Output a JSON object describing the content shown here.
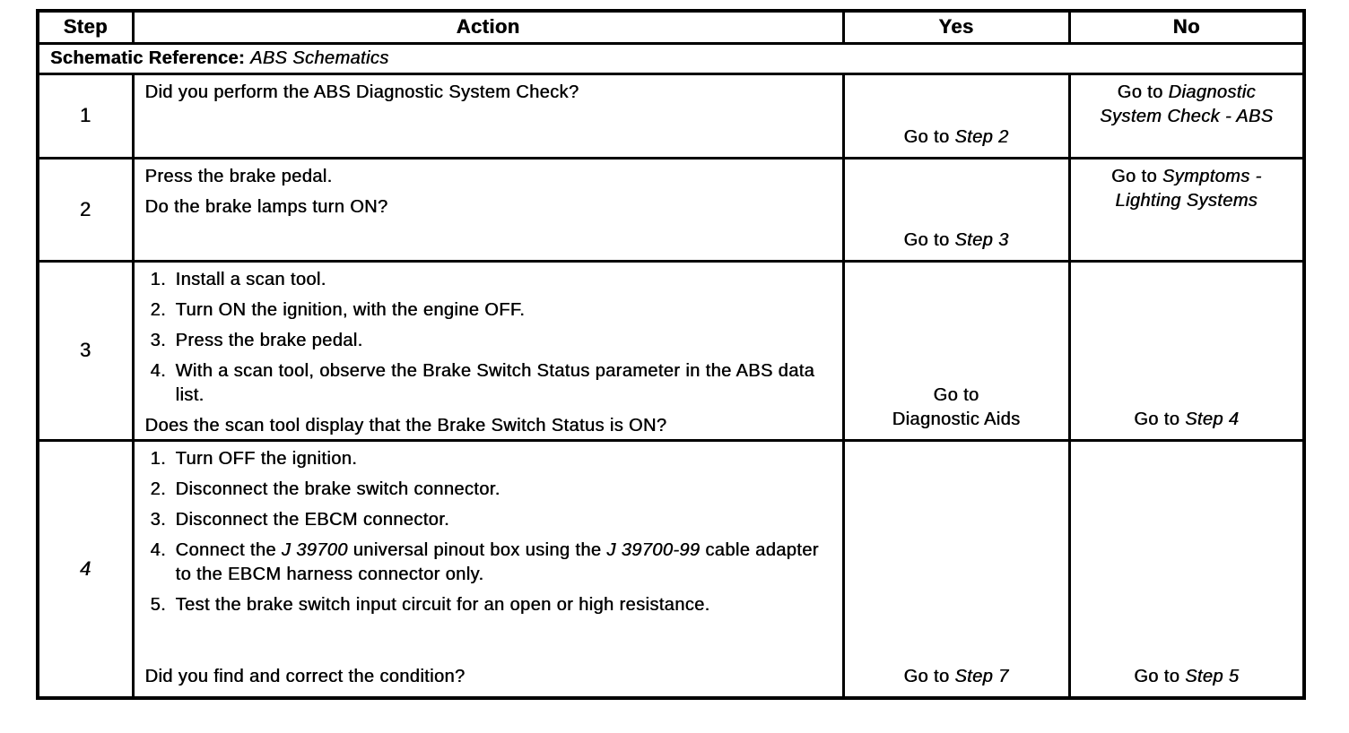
{
  "table": {
    "headers": {
      "step": "Step",
      "action": "Action",
      "yes": "Yes",
      "no": "No"
    },
    "schematic": {
      "label": "Schematic Reference:",
      "value": "ABS Schematics"
    },
    "rows": [
      {
        "step": "1",
        "action": {
          "question": "Did you perform the ABS Diagnostic System Check?"
        },
        "yes": {
          "lines": [
            {
              "pre": "Go to ",
              "it": "Step 2"
            }
          ]
        },
        "no": {
          "lines": [
            {
              "pre": "Go to ",
              "it": "Diagnostic"
            },
            {
              "it": "System Check - ABS"
            }
          ]
        }
      },
      {
        "step": "2",
        "action": {
          "line1": "Press the brake pedal.",
          "question": "Do the brake lamps turn ON?"
        },
        "yes": {
          "lines": [
            {
              "pre": "Go to ",
              "it": "Step 3"
            }
          ]
        },
        "no": {
          "lines": [
            {
              "pre": "Go to ",
              "it": "Symptoms -"
            },
            {
              "it": "Lighting Systems"
            }
          ]
        }
      },
      {
        "step": "3",
        "action": {
          "items": [
            {
              "num": "1.",
              "text": "Install a scan tool."
            },
            {
              "num": "2.",
              "text": "Turn ON the ignition, with the engine OFF."
            },
            {
              "num": "3.",
              "text": "Press the brake pedal."
            },
            {
              "num": "4.",
              "text": "With a scan tool, observe the Brake Switch Status parameter in the ABS data list."
            }
          ],
          "question": "Does the scan tool display that the Brake Switch Status is ON?"
        },
        "yes": {
          "lines": [
            {
              "pre": "Go to"
            },
            {
              "pre": "Diagnostic Aids"
            }
          ]
        },
        "no": {
          "lines": [
            {
              "pre": "Go to ",
              "it": "Step 4"
            }
          ]
        }
      },
      {
        "step": "4",
        "action": {
          "items": [
            {
              "num": "1.",
              "text": "Turn OFF the ignition."
            },
            {
              "num": "2.",
              "text": "Disconnect the brake switch connector."
            },
            {
              "num": "3.",
              "text": "Disconnect the EBCM connector."
            },
            {
              "num": "4.",
              "seg1": "Connect the ",
              "seg2": "J 39700",
              "seg3": " universal pinout box using the ",
              "seg4": "J 39700-99",
              "seg5": " cable adapter to the EBCM harness connector only."
            },
            {
              "num": "5.",
              "text": "Test the brake switch input circuit for an open or high resistance."
            }
          ],
          "question": "Did you find and correct the condition?"
        },
        "yes": {
          "lines": [
            {
              "pre": "Go to ",
              "it": "Step 7"
            }
          ]
        },
        "no": {
          "lines": [
            {
              "pre": "Go to ",
              "it": "Step 5"
            }
          ]
        }
      }
    ]
  }
}
